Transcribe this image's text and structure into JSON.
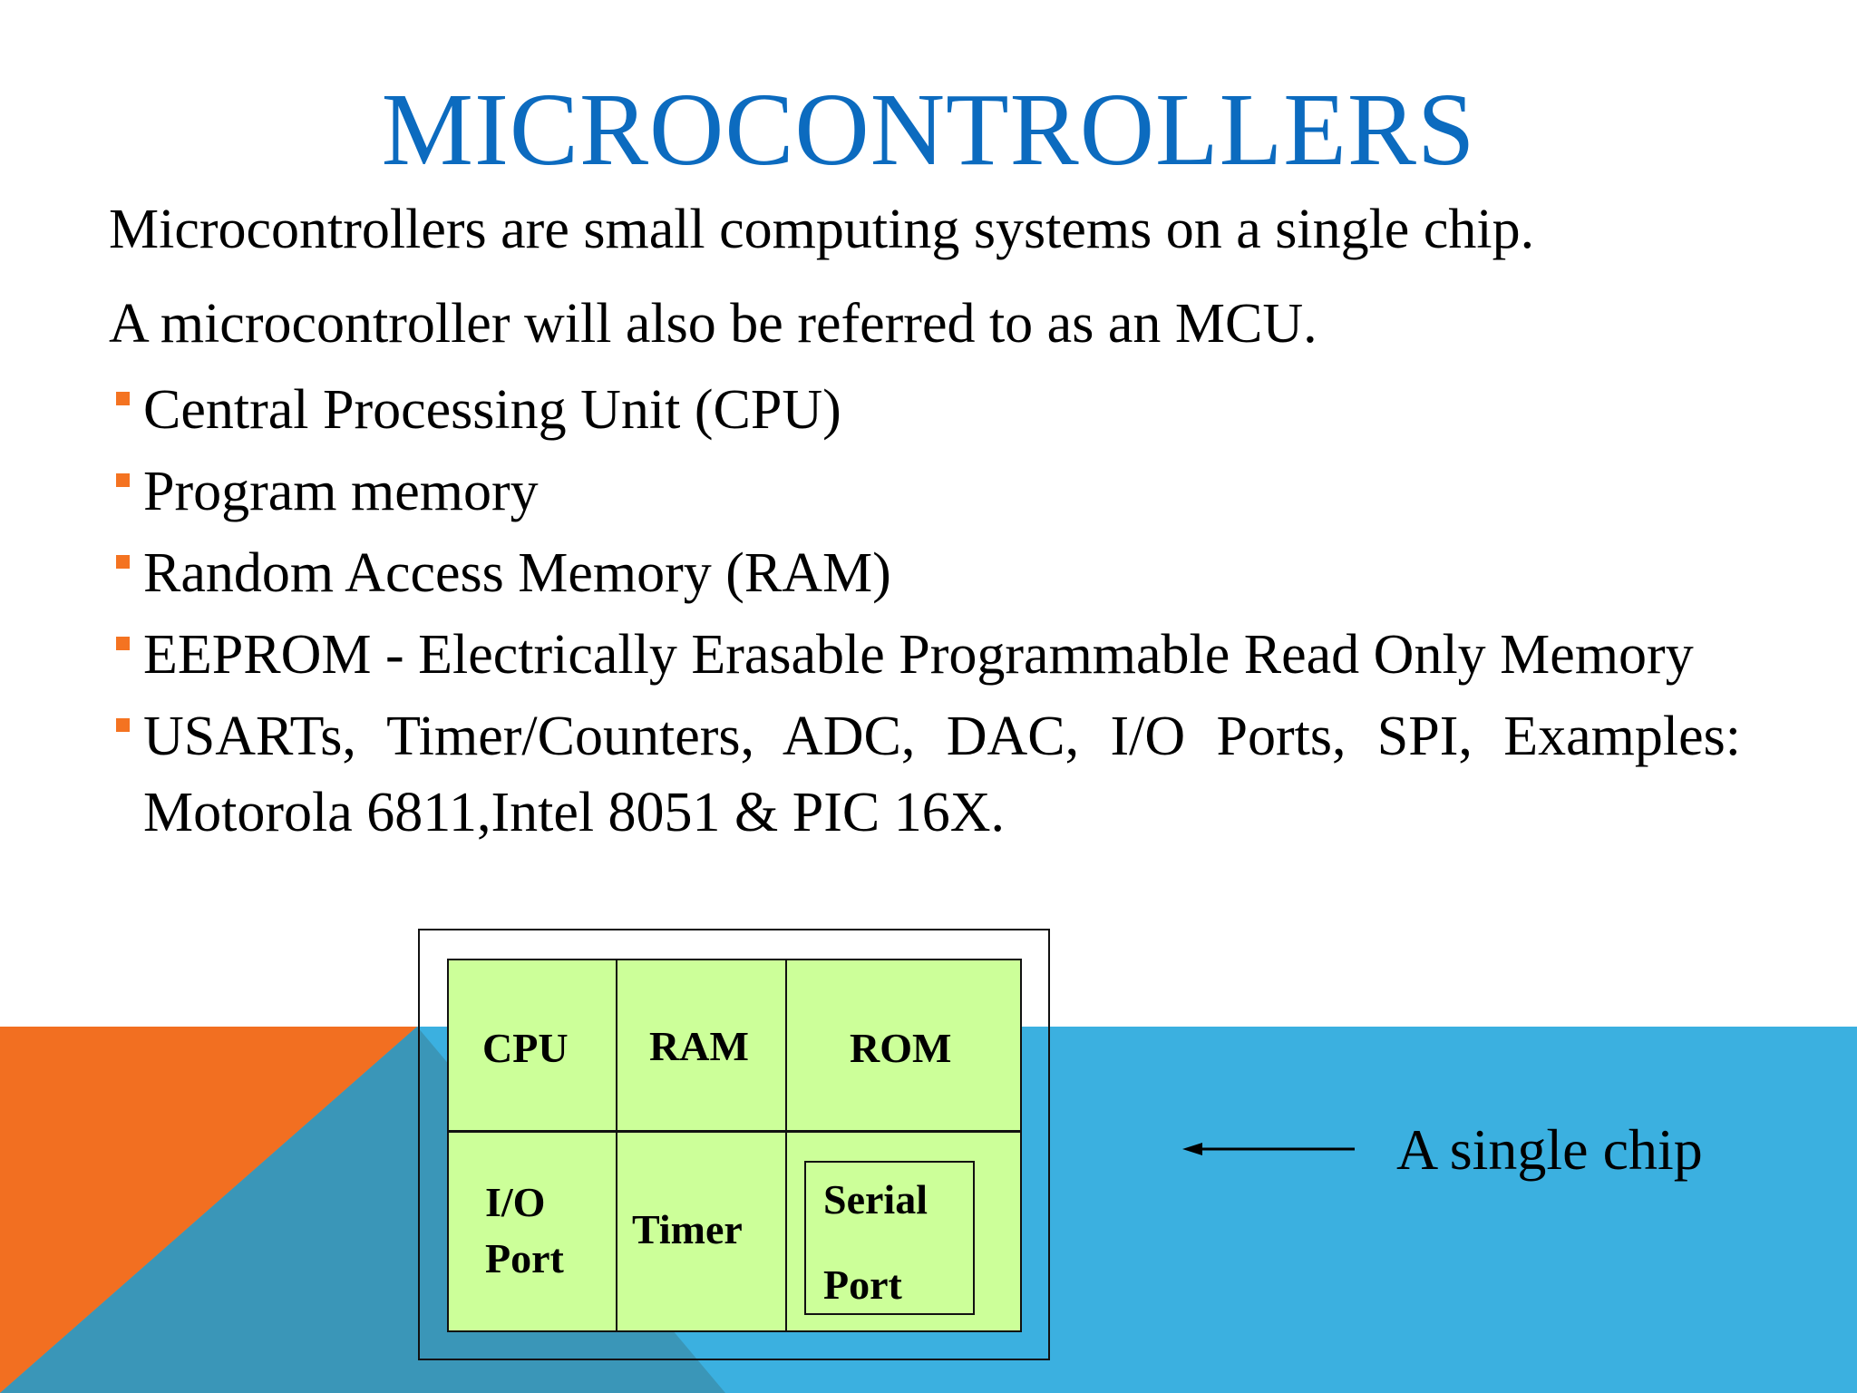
{
  "title": "MICROCONTROLLERS",
  "intro": [
    "Microcontrollers  are small computing systems on a single chip.",
    "A microcontroller will also be referred to as an MCU."
  ],
  "bullets": [
    "Central Processing Unit (CPU)",
    "Program memory",
    "Random Access Memory (RAM)",
    "EEPROM - Electrically Erasable Programmable Read Only Memory",
    "USARTs, Timer/Counters, ADC, DAC, I/O Ports, SPI, Examples: Motorola 6811,Intel  8051 &  PIC 16X."
  ],
  "chip": {
    "cells": {
      "cpu": "CPU",
      "ram": "RAM",
      "rom": "ROM",
      "io_line1": "I/O",
      "io_line2": "Port",
      "timer": "Timer",
      "serial_line1": "Serial",
      "serial_line2": "Port"
    },
    "caption": "A single chip"
  },
  "colors": {
    "title": "#0c6bbf",
    "bullet_marker": "#f47321",
    "background_orange": "#f26f21",
    "background_blue": "#3bb0e0",
    "background_overlap": "#3a96b8",
    "chip_fill": "#ccff99"
  }
}
